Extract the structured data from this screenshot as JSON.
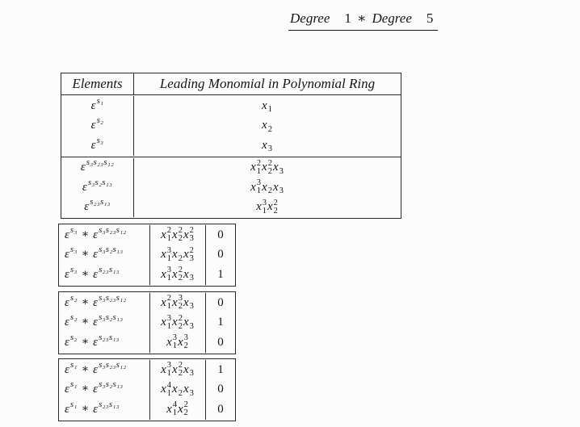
{
  "title": {
    "word1": "Degree",
    "num1": "1",
    "op": "∗",
    "word2": "Degree",
    "num2": "5"
  },
  "symbols": {
    "epsilon": "ε",
    "ast": "∗"
  },
  "main_table": {
    "headers": [
      "Elements",
      "Leading Monomial in Polynomial Ring"
    ],
    "rows": [
      {
        "element_sup": "s₁",
        "monomial": [
          {
            "b": "x",
            "sub": "1"
          }
        ]
      },
      {
        "element_sup": "s₂",
        "monomial": [
          {
            "b": "x",
            "sub": "2"
          }
        ]
      },
      {
        "element_sup": "s₃",
        "monomial": [
          {
            "b": "x",
            "sub": "3"
          }
        ]
      },
      {
        "element_sup": "s₃s₂₃s₁₂",
        "monomial": [
          {
            "b": "x",
            "sup": "2",
            "sub": "1"
          },
          {
            "b": "x",
            "sup": "2",
            "sub": "2"
          },
          {
            "b": "x",
            "sub": "3"
          }
        ]
      },
      {
        "element_sup": "s₃s₂s₁₃",
        "monomial": [
          {
            "b": "x",
            "sup": "3",
            "sub": "1"
          },
          {
            "b": "x",
            "sub": "2"
          },
          {
            "b": "x",
            "sub": "3"
          }
        ]
      },
      {
        "element_sup": "s₂₃s₁₃",
        "monomial": [
          {
            "b": "x",
            "sup": "3",
            "sub": "1"
          },
          {
            "b": "x",
            "sup": "2",
            "sub": "2"
          }
        ]
      }
    ]
  },
  "product_tables": [
    {
      "rows": [
        {
          "left_sup": "s₃",
          "right_sup": "s₃s₂₃s₁₂",
          "monomial": [
            {
              "b": "x",
              "sup": "2",
              "sub": "1"
            },
            {
              "b": "x",
              "sup": "2",
              "sub": "2"
            },
            {
              "b": "x",
              "sup": "2",
              "sub": "3"
            }
          ],
          "result": "0"
        },
        {
          "left_sup": "s₃",
          "right_sup": "s₃s₂s₁₃",
          "monomial": [
            {
              "b": "x",
              "sup": "3",
              "sub": "1"
            },
            {
              "b": "x",
              "sub": "2"
            },
            {
              "b": "x",
              "sup": "2",
              "sub": "3"
            }
          ],
          "result": "0"
        },
        {
          "left_sup": "s₃",
          "right_sup": "s₂₃s₁₃",
          "monomial": [
            {
              "b": "x",
              "sup": "3",
              "sub": "1"
            },
            {
              "b": "x",
              "sup": "2",
              "sub": "2"
            },
            {
              "b": "x",
              "sub": "3"
            }
          ],
          "result": "1"
        }
      ]
    },
    {
      "rows": [
        {
          "left_sup": "s₂",
          "right_sup": "s₃s₂₃s₁₂",
          "monomial": [
            {
              "b": "x",
              "sup": "2",
              "sub": "1"
            },
            {
              "b": "x",
              "sup": "3",
              "sub": "2"
            },
            {
              "b": "x",
              "sub": "3"
            }
          ],
          "result": "0"
        },
        {
          "left_sup": "s₂",
          "right_sup": "s₃s₂s₁₃",
          "monomial": [
            {
              "b": "x",
              "sup": "3",
              "sub": "1"
            },
            {
              "b": "x",
              "sup": "2",
              "sub": "2"
            },
            {
              "b": "x",
              "sub": "3"
            }
          ],
          "result": "1"
        },
        {
          "left_sup": "s₂",
          "right_sup": "s₂₃s₁₃",
          "monomial": [
            {
              "b": "x",
              "sup": "3",
              "sub": "1"
            },
            {
              "b": "x",
              "sup": "3",
              "sub": "2"
            }
          ],
          "result": "0"
        }
      ]
    },
    {
      "rows": [
        {
          "left_sup": "s₁",
          "right_sup": "s₃s₂₃s₁₂",
          "monomial": [
            {
              "b": "x",
              "sup": "3",
              "sub": "1"
            },
            {
              "b": "x",
              "sup": "2",
              "sub": "2"
            },
            {
              "b": "x",
              "sub": "3"
            }
          ],
          "result": "1"
        },
        {
          "left_sup": "s₁",
          "right_sup": "s₃s₂s₁₃",
          "monomial": [
            {
              "b": "x",
              "sup": "4",
              "sub": "1"
            },
            {
              "b": "x",
              "sub": "2"
            },
            {
              "b": "x",
              "sub": "3"
            }
          ],
          "result": "0"
        },
        {
          "left_sup": "s₁",
          "right_sup": "s₂₃s₁₃",
          "monomial": [
            {
              "b": "x",
              "sup": "4",
              "sub": "1"
            },
            {
              "b": "x",
              "sup": "2",
              "sub": "2"
            }
          ],
          "result": "0"
        }
      ]
    }
  ]
}
